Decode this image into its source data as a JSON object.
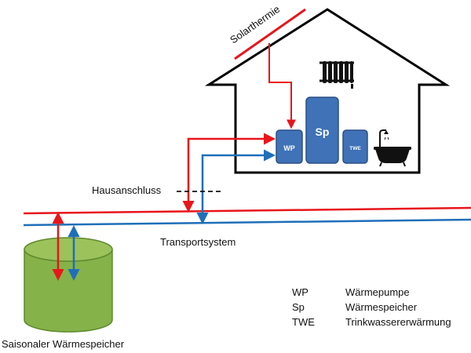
{
  "labels": {
    "solar": "Solarthermie",
    "house_connection": "Hausanschluss",
    "transport": "Transportsystem",
    "seasonal_storage": "Saisonaler Wärmespeicher"
  },
  "units": {
    "wp": "WP",
    "sp": "Sp",
    "twe": "TWE"
  },
  "legend": [
    {
      "abbr": "WP",
      "text": "Wärmepumpe"
    },
    {
      "abbr": "Sp",
      "text": "Wärmespeicher"
    },
    {
      "abbr": "TWE",
      "text": "Trinkwassererwärmung"
    }
  ],
  "colors": {
    "supply": "#e8151b",
    "return": "#1f6fb8",
    "unit_fill": "#3f72b6",
    "unit_stroke": "#2b4f86",
    "tank_fill": "#86b24a",
    "tank_stroke": "#5f8a2c",
    "outline": "#000000"
  },
  "icons": [
    "radiator-icon",
    "bathtub-icon"
  ]
}
